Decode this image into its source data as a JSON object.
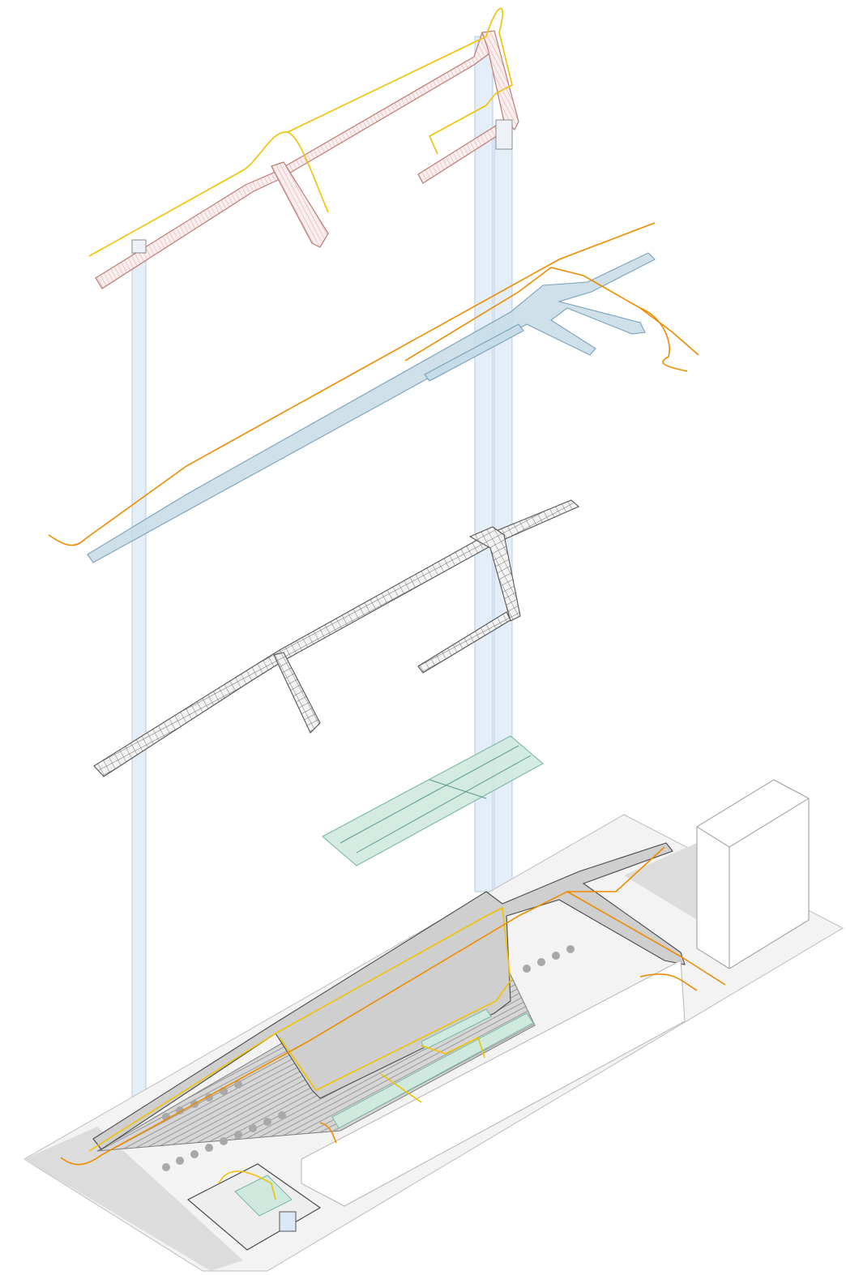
{
  "diagram": {
    "kind": "exploded-axonometric",
    "layers": [
      {
        "id": "canopy-walkway",
        "color": "#c98a84",
        "route_color": "#f2c200"
      },
      {
        "id": "blue-deck",
        "color": "#bcd6e4",
        "route_color": "#ee8c00"
      },
      {
        "id": "structural-grid",
        "color": "#6b6b6b"
      },
      {
        "id": "green-platform",
        "color": "#cfe9df"
      },
      {
        "id": "ground-plan",
        "color": "#e0e0e0"
      }
    ],
    "core_color": "#dbe8f7"
  }
}
